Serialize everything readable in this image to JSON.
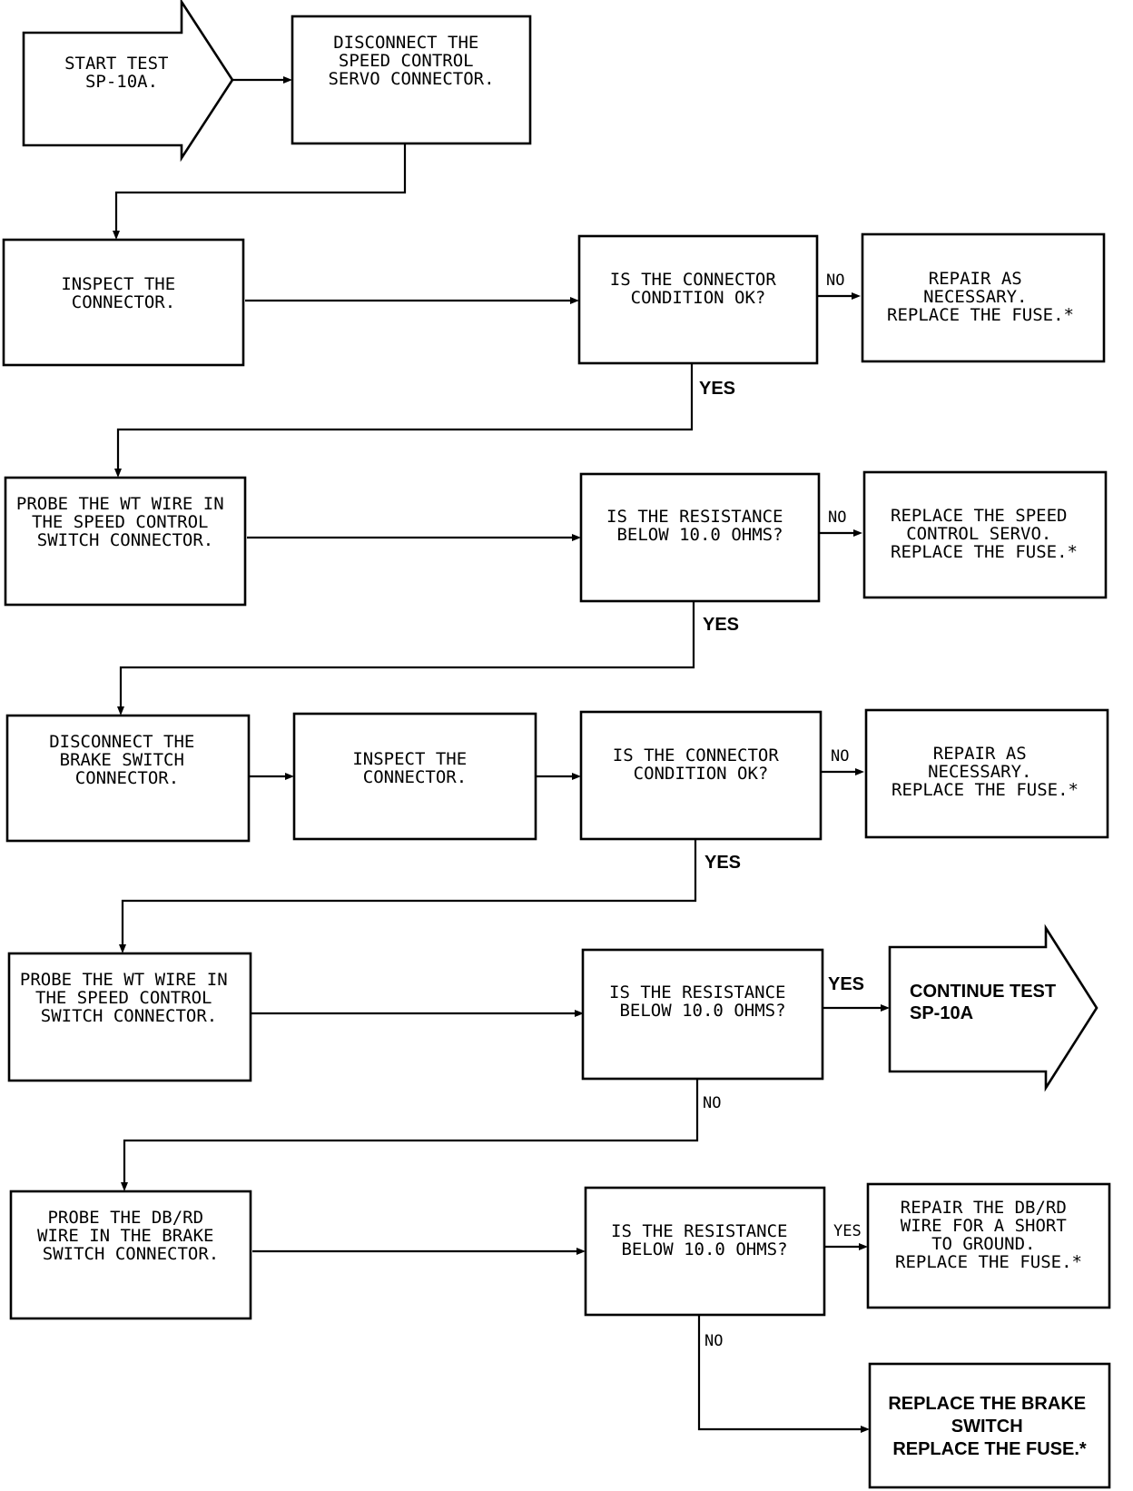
{
  "flowchart": {
    "start": {
      "lines": [
        "START TEST",
        "SP-10A."
      ]
    },
    "disconnect_servo": {
      "lines": [
        "DISCONNECT THE",
        "SPEED CONTROL",
        "SERVO CONNECTOR."
      ]
    },
    "inspect_1": {
      "lines": [
        "INSPECT THE",
        "CONNECTOR."
      ]
    },
    "decision_1": {
      "lines": [
        "IS THE CONNECTOR",
        "CONDITION OK?"
      ]
    },
    "repair_1": {
      "lines": [
        "REPAIR AS",
        "NECESSARY.",
        "REPLACE THE FUSE.*"
      ]
    },
    "probe_1": {
      "lines": [
        "PROBE THE WT WIRE IN",
        "THE SPEED CONTROL",
        "SWITCH CONNECTOR."
      ]
    },
    "decision_2": {
      "lines": [
        "IS THE RESISTANCE",
        "BELOW 10.0 OHMS?"
      ]
    },
    "replace_servo": {
      "lines": [
        "REPLACE THE SPEED",
        "CONTROL SERVO.",
        "REPLACE THE FUSE.*"
      ]
    },
    "disconnect_brake": {
      "lines": [
        "DISCONNECT THE",
        "BRAKE SWITCH",
        "CONNECTOR."
      ]
    },
    "inspect_2": {
      "lines": [
        "INSPECT THE",
        "CONNECTOR."
      ]
    },
    "decision_3": {
      "lines": [
        "IS THE CONNECTOR",
        "CONDITION OK?"
      ]
    },
    "repair_2": {
      "lines": [
        "REPAIR AS",
        "NECESSARY.",
        "REPLACE THE FUSE.*"
      ]
    },
    "probe_2": {
      "lines": [
        "PROBE THE WT WIRE IN",
        "THE SPEED CONTROL",
        "SWITCH CONNECTOR."
      ]
    },
    "decision_4": {
      "lines": [
        "IS THE RESISTANCE",
        "BELOW 10.0 OHMS?"
      ]
    },
    "continue": {
      "lines": [
        "CONTINUE TEST",
        "SP-10A"
      ]
    },
    "probe_3": {
      "lines": [
        "PROBE THE DB/RD",
        "WIRE IN THE BRAKE",
        "SWITCH CONNECTOR."
      ]
    },
    "decision_5": {
      "lines": [
        "IS THE RESISTANCE",
        "BELOW 10.0 OHMS?"
      ]
    },
    "repair_3": {
      "lines": [
        "REPAIR THE DB/RD",
        "WIRE FOR A SHORT",
        "TO GROUND.",
        "REPLACE THE FUSE.*"
      ]
    },
    "replace_brake": {
      "lines": [
        "REPLACE THE BRAKE",
        "SWITCH",
        "REPLACE THE FUSE.*"
      ]
    }
  },
  "branch_labels": {
    "no_1": "NO",
    "yes_1": "YES",
    "no_2": "NO",
    "yes_2": "YES",
    "no_3": "NO",
    "yes_3": "YES",
    "yes_4": "YES",
    "no_4": "NO",
    "yes_5": "YES",
    "no_5": "NO"
  }
}
